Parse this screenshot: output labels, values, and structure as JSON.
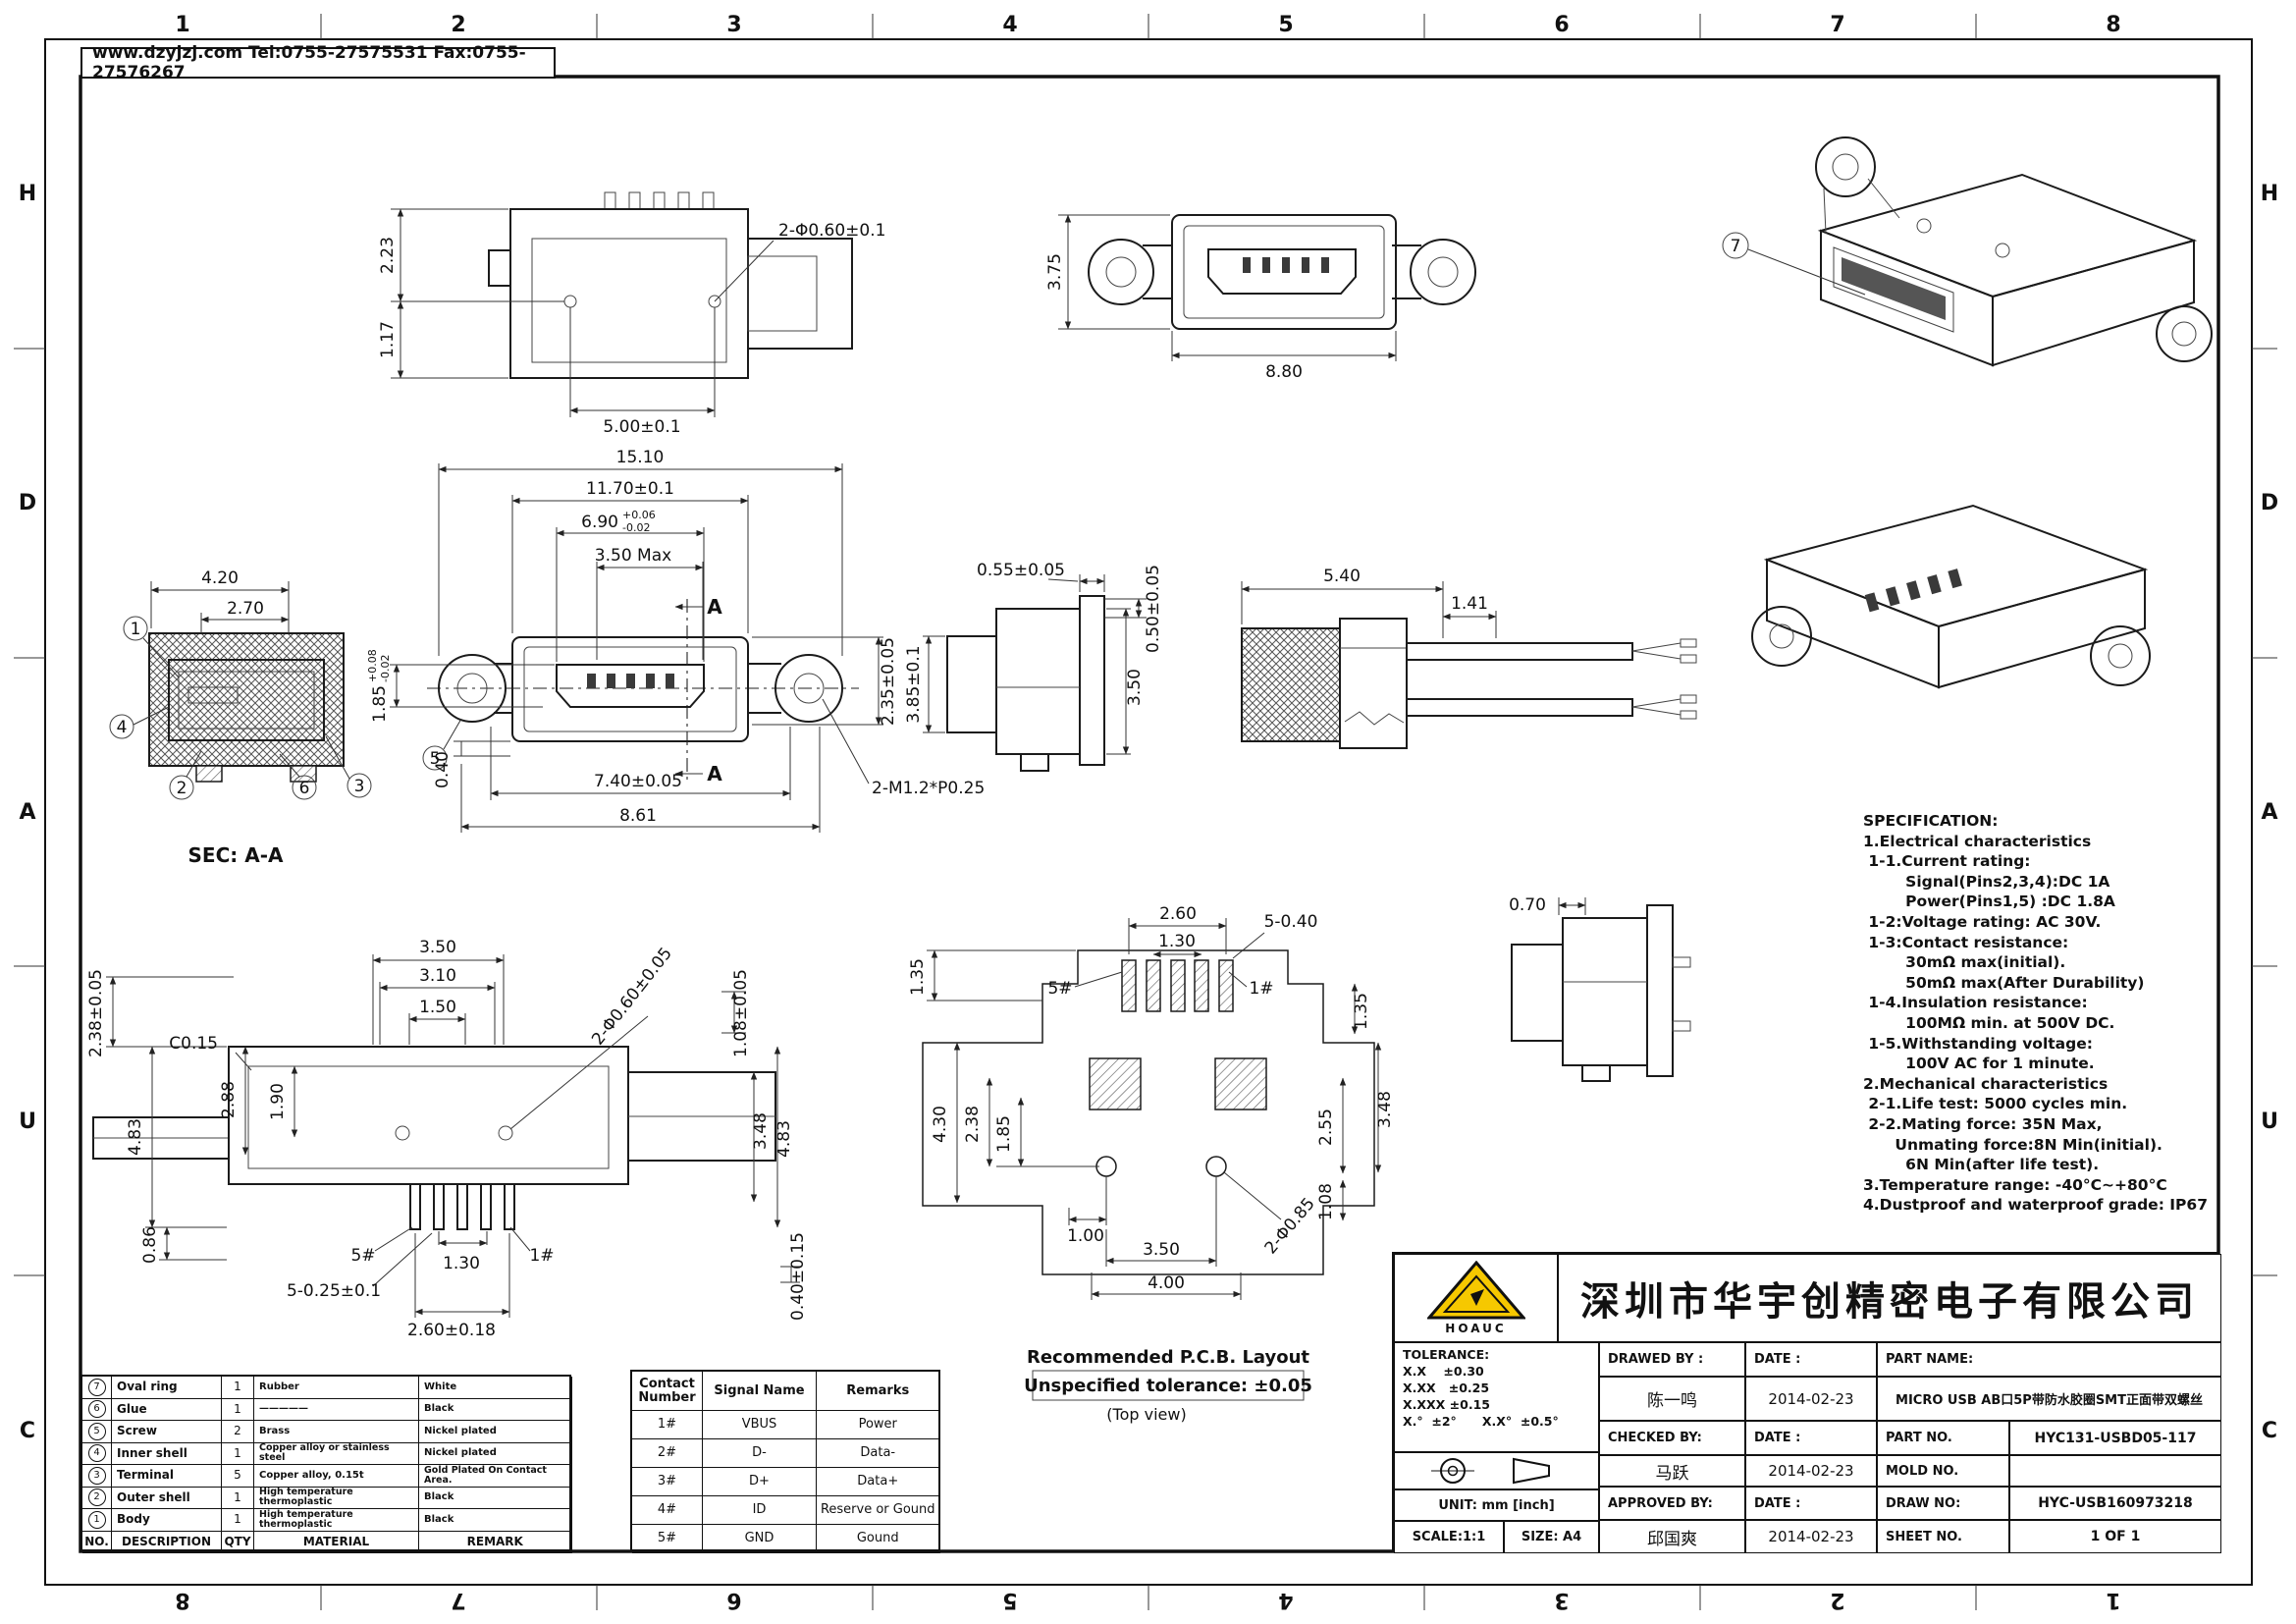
{
  "header": {
    "contact_info": "www.dzyjzj.com  Tel:0755-27575531  Fax:0755-27576267"
  },
  "frame": {
    "cols": [
      "1",
      "2",
      "3",
      "4",
      "5",
      "6",
      "7",
      "8"
    ],
    "rows": [
      "H",
      "D",
      "A",
      "U",
      "C"
    ]
  },
  "views": {
    "top": {
      "hole_note": "2-Φ0.60±0.1",
      "d1": "2.23",
      "d2": "1.17",
      "d3": "5.00±0.1"
    },
    "front": {
      "d1": "3.75",
      "d2": "8.80"
    },
    "iso_top": {
      "callout": "7"
    },
    "sec": {
      "label": "SEC: A-A",
      "d1": "4.20",
      "d2": "2.70",
      "c1": "1",
      "c2": "2",
      "c3": "3",
      "c4": "4",
      "c6": "6"
    },
    "main": {
      "d1": "15.10",
      "d2": "11.70±0.1",
      "d3": "6.90",
      "d3p": "+0.06",
      "d3m": "-0.02",
      "d4": "3.50 Max",
      "a": "A",
      "d5": "2.35±0.05",
      "d6": "1.85",
      "d6p": "+0.08",
      "d6m": "-0.02",
      "d7": "0.40",
      "d8": "7.40±0.05",
      "d9": "8.61",
      "thread_note": "2-M1.2*P0.25",
      "c5": "5"
    },
    "side": {
      "d1": "0.55±0.05",
      "d2": "0.50±0.05",
      "d3": "3.85±0.1",
      "d4": "3.50"
    },
    "wire": {
      "d1": "5.40",
      "d2": "1.41"
    },
    "bottom": {
      "d1": "3.50",
      "d2": "3.10",
      "d3": "1.50",
      "d4": "2.38±0.05",
      "d5": "C0.15",
      "d6": "1.90",
      "d7": "2.88",
      "d8": "4.83",
      "d9": "0.86",
      "p5": "5#",
      "p1": "1#",
      "d10": "1.30",
      "d11": "5-0.25±0.1",
      "d12": "2.60±0.18",
      "hole_note": "2-Φ0.60±0.05",
      "d13": "1.08±0.05",
      "d14": "3.48",
      "d15": "4.83",
      "d16": "0.40±0.15"
    },
    "pcb": {
      "d1": "2.60",
      "d2": "5-0.40",
      "d3": "1.30",
      "d4": "1.35",
      "p5": "5#",
      "p1": "1#",
      "d5": "4.30",
      "d6": "2.38",
      "d7": "1.85",
      "d8": "1.35",
      "d9": "3.48",
      "d10": "2.55",
      "d11": "1.08",
      "d12": "1.00",
      "d13": "3.50",
      "d14": "4.00",
      "hole_note": "2-Φ0.85",
      "cap1": "Recommended P.C.B. Layout",
      "cap2": "Unspecified tolerance: ±0.05",
      "cap3": "(Top view)"
    },
    "small_side": {
      "d1": "0.70"
    }
  },
  "spec": {
    "lines": [
      "SPECIFICATION:",
      "1.Electrical characteristics",
      " 1-1.Current rating:",
      "        Signal(Pins2,3,4):DC 1A",
      "        Power(Pins1,5) :DC 1.8A",
      " 1-2:Voltage rating: AC 30V.",
      " 1-3:Contact resistance:",
      "        30mΩ max(initial).",
      "        50mΩ max(After Durability)",
      " 1-4.Insulation resistance:",
      "        100MΩ min. at 500V DC.",
      " 1-5.Withstanding voltage:",
      "        100V AC for 1 minute.",
      "2.Mechanical characteristics",
      " 2-1.Life test: 5000 cycles min.",
      " 2-2.Mating force: 35N Max,",
      "      Unmating force:8N Min(initial).",
      "        6N Min(after life test).",
      "3.Temperature range: -40°C~+80°C",
      "4.Dustproof and waterproof grade: IP67"
    ]
  },
  "bom": {
    "headers": [
      "NO.",
      "DESCRIPTION",
      "QTY",
      "MATERIAL",
      "REMARK"
    ],
    "rows": [
      [
        "7",
        "Oval ring",
        "1",
        "Rubber",
        "White"
      ],
      [
        "6",
        "Glue",
        "1",
        "—————",
        "Black"
      ],
      [
        "5",
        "Screw",
        "2",
        "Brass",
        "Nickel plated"
      ],
      [
        "4",
        "Inner shell",
        "1",
        "Copper alloy or stainless steel",
        "Nickel plated"
      ],
      [
        "3",
        "Terminal",
        "5",
        "Copper alloy, 0.15t",
        "Gold Plated On Contact Area."
      ],
      [
        "2",
        "Outer shell",
        "1",
        "High temperature thermoplastic",
        "Black"
      ],
      [
        "1",
        "Body",
        "1",
        "High temperature thermoplastic",
        "Black"
      ]
    ]
  },
  "contacts": {
    "headers": [
      "Contact Number",
      "Signal Name",
      "Remarks"
    ],
    "rows": [
      [
        "1#",
        "VBUS",
        "Power"
      ],
      [
        "2#",
        "D-",
        "Data-"
      ],
      [
        "3#",
        "D+",
        "Data+"
      ],
      [
        "4#",
        "ID",
        "Reserve or Gound"
      ],
      [
        "5#",
        "GND",
        "Gound"
      ]
    ]
  },
  "title_block": {
    "company": "深圳市华宇创精密电子有限公司",
    "logo_text": "HOAUC",
    "tolerance_title": "TOLERANCE:",
    "tol1": "X.X    ±0.30",
    "tol2": "X.XX   ±0.25",
    "tol3": "X.XXX ±0.15",
    "tol4": "X.°  ±2°      X.X°  ±0.5°",
    "unit": "UNIT:  mm  [inch]",
    "scale": "SCALE:1:1",
    "size": "SIZE:  A4",
    "date_label": "DATE :",
    "drawn_label": "DRAWED BY :",
    "drawn_name": "陈一鸣",
    "drawn_date": "2014-02-23",
    "checked_label": "CHECKED BY:",
    "checked_name": "马跃",
    "checked_date": "2014-02-23",
    "approved_label": "APPROVED BY:",
    "approved_name": "邱国爽",
    "approved_date": "2014-02-23",
    "part_name_label": "PART NAME:",
    "part_name": "MICRO USB AB口5P带防水胶圈SMT正面带双螺丝",
    "part_no_label": "PART NO.",
    "part_no": "HYC131-USBD05-117",
    "mold_no_label": "MOLD NO.",
    "mold_no": "",
    "draw_no_label": "DRAW NO:",
    "draw_no": "HYC-USB160973218",
    "sheet_no_label": "SHEET NO.",
    "sheet_no": "1 OF 1"
  }
}
